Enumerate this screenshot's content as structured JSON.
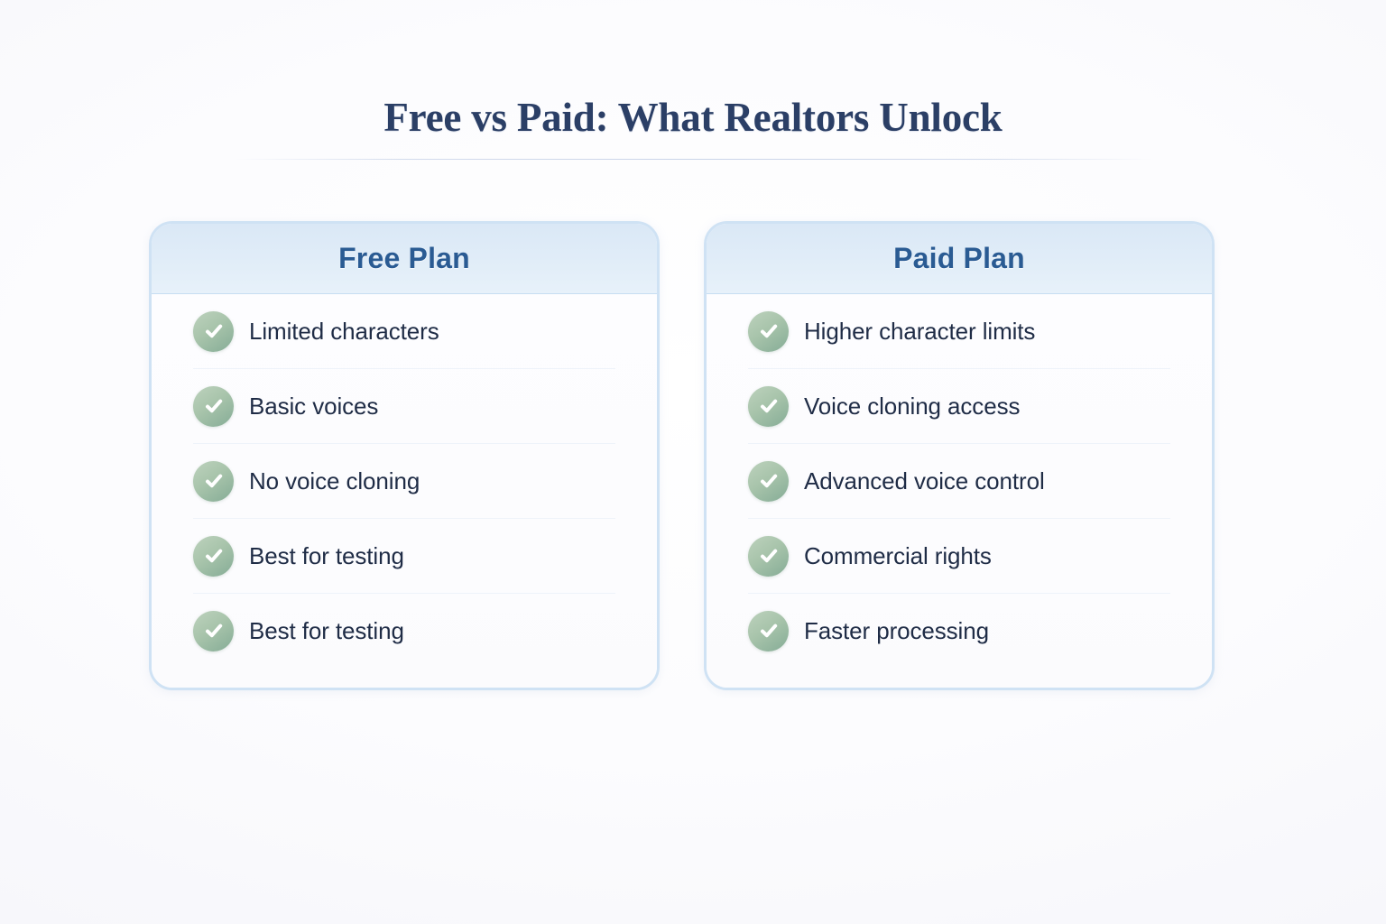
{
  "page": {
    "title": "Free vs Paid: What Realtors Unlock",
    "background_color": "#fbfbfd",
    "title_color": "#2b3f66",
    "accent_color": "#2a5b93",
    "check_icon_color": "#a8c4ab",
    "card_border_color": "#cfe2f4"
  },
  "cards": [
    {
      "header": "Free Plan",
      "items": [
        {
          "icon": "check-circle-icon",
          "label": "Limited characters"
        },
        {
          "icon": "check-circle-icon",
          "label": "Basic voices"
        },
        {
          "icon": "check-circle-icon",
          "label": "No voice cloning"
        },
        {
          "icon": "check-circle-icon",
          "label": "Best for testing"
        },
        {
          "icon": "check-circle-icon",
          "label": "Best for testing"
        }
      ]
    },
    {
      "header": "Paid Plan",
      "items": [
        {
          "icon": "check-circle-icon",
          "label": "Higher character limits"
        },
        {
          "icon": "check-circle-icon",
          "label": "Voice cloning access"
        },
        {
          "icon": "check-circle-icon",
          "label": "Advanced voice control"
        },
        {
          "icon": "check-circle-icon",
          "label": "Commercial rights"
        },
        {
          "icon": "check-circle-icon",
          "label": "Faster processing"
        }
      ]
    }
  ]
}
